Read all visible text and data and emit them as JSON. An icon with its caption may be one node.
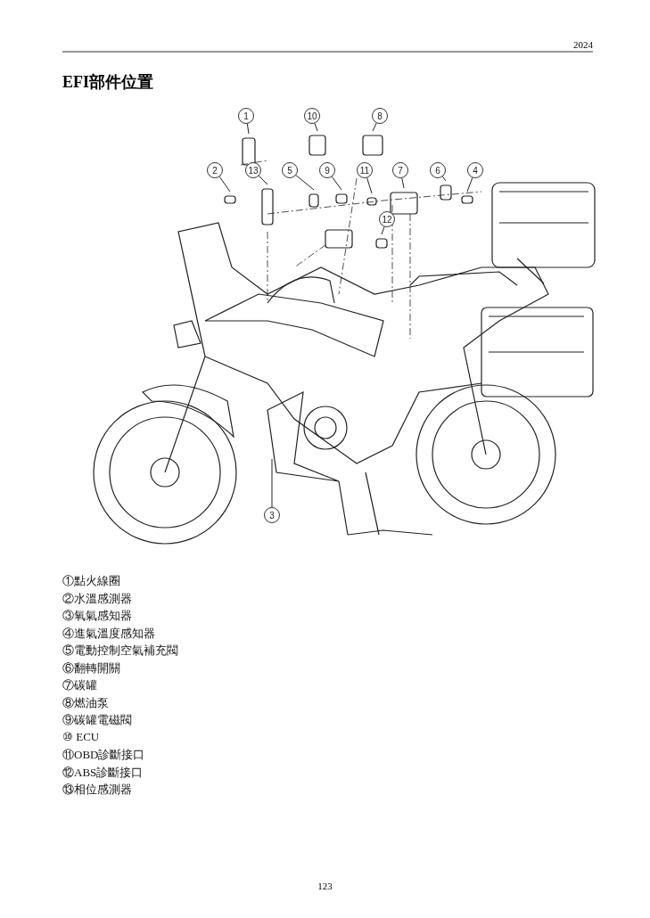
{
  "diagram": {
    "title": "EFI部件位置",
    "nodes": [
      {
        "text": [
          "1"
        ]
      },
      {
        "text": [
          "10"
        ]
      },
      {
        "text": [
          "8"
        ]
      },
      {
        "text": [
          "2"
        ]
      },
      {
        "text": [
          "13"
        ]
      },
      {
        "text": [
          "5"
        ]
      },
      {
        "text": [
          "9"
        ]
      },
      {
        "text": [
          "11"
        ]
      },
      {
        "text": [
          "7"
        ]
      },
      {
        "text": [
          "6"
        ]
      },
      {
        "text": [
          "4"
        ]
      },
      {
        "text": [
          "12"
        ]
      },
      {
        "text": [
          "3"
        ]
      }
    ],
    "edges": [
      {
        "from": 0,
        "to": null,
        "arrow": "none"
      },
      {
        "from": 1,
        "to": null,
        "arrow": "none"
      },
      {
        "from": 2,
        "to": null,
        "arrow": "none"
      },
      {
        "from": 3,
        "to": null,
        "arrow": "none"
      },
      {
        "from": 4,
        "to": null,
        "arrow": "none"
      },
      {
        "from": 5,
        "to": null,
        "arrow": "none"
      },
      {
        "from": 6,
        "to": null,
        "arrow": "none"
      },
      {
        "from": 7,
        "to": null,
        "arrow": "none"
      },
      {
        "from": 8,
        "to": null,
        "arrow": "none"
      },
      {
        "from": 9,
        "to": null,
        "arrow": "none"
      },
      {
        "from": 10,
        "to": null,
        "arrow": "none"
      },
      {
        "from": 11,
        "to": null,
        "arrow": "none"
      },
      {
        "from": 12,
        "to": null,
        "arrow": "none"
      }
    ],
    "labels": [
      "2024",
      "①點火線圈",
      "②水溫感測器",
      "③氧氣感知器",
      "④進氣溫度感知器",
      "⑤電動控制空氣補充閥",
      "⑥翻轉開關",
      "⑦碳罐",
      "⑧燃油泵",
      "⑨碳罐電磁閥",
      "⑩ ECU",
      "⑪OBD診斷接口",
      "⑫ABS診斷接口",
      "⑬相位感測器",
      "123"
    ]
  }
}
